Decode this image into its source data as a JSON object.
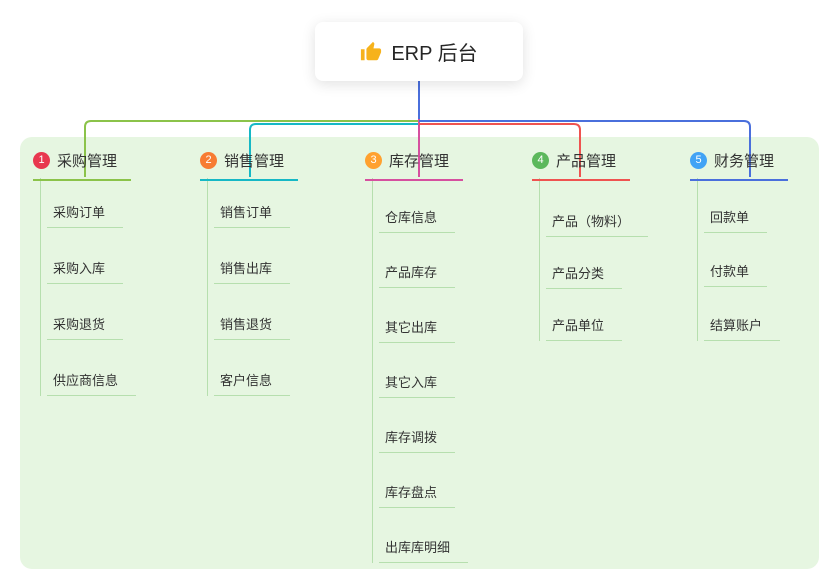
{
  "root": {
    "title": "ERP 后台",
    "icon": "thumbs-up-icon"
  },
  "colors": {
    "panel_bg": "#e6f6e1",
    "root_line": "#4a6fdc",
    "child_line": "#b6dfae",
    "text": "#333333",
    "thumb_icon": "#f6b21b"
  },
  "branches": [
    {
      "num": "1",
      "title": "采购管理",
      "color": "#8bc34a",
      "badge": "#e8384f",
      "children": [
        "采购订单",
        "采购入库",
        "采购退货",
        "供应商信息"
      ]
    },
    {
      "num": "2",
      "title": "销售管理",
      "color": "#16b8c5",
      "badge": "#f77c33",
      "children": [
        "销售订单",
        "销售出库",
        "销售退货",
        "客户信息"
      ]
    },
    {
      "num": "3",
      "title": "库存管理",
      "color": "#d6509f",
      "badge": "#ffa12f",
      "children": [
        "仓库信息",
        "产品库存",
        "其它出库",
        "其它入库",
        "库存调拨",
        "库存盘点",
        "出库库明细"
      ]
    },
    {
      "num": "4",
      "title": "产品管理",
      "color": "#ef5350",
      "badge": "#5cb85c",
      "children": [
        "产品（物料）",
        "产品分类",
        "产品单位"
      ]
    },
    {
      "num": "5",
      "title": "财务管理",
      "color": "#4a6fdc",
      "badge": "#41a3f5",
      "children": [
        "回款单",
        "付款单",
        "结算账户"
      ]
    }
  ]
}
